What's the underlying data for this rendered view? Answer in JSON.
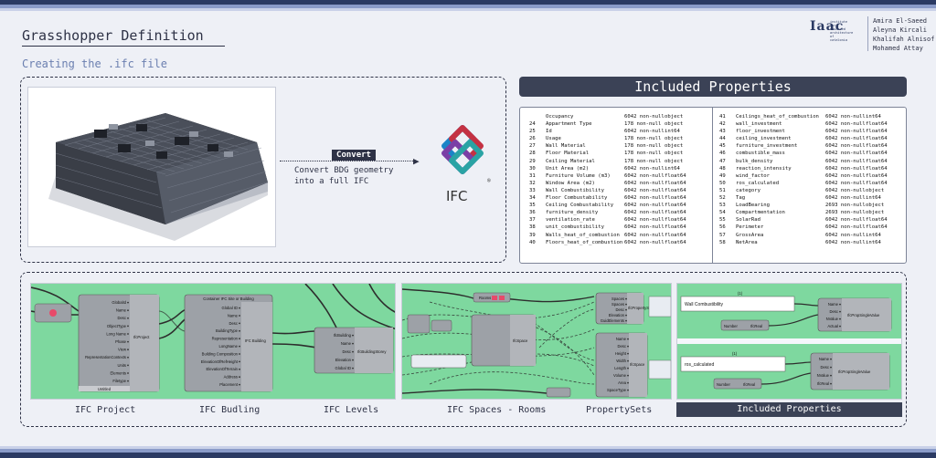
{
  "header": {
    "title": "Grasshopper Definition",
    "subtitle": "Creating the .ifc file",
    "logo_text": "Iaac",
    "logo_small": "institute for advanced architecture of catalonia",
    "authors": [
      "Amira El-Saeed",
      "Aleyna Kircali",
      "Khalifah Alnisof",
      "Mohamed Attay"
    ]
  },
  "conversion": {
    "badge": "Convert",
    "caption": "Convert BDG geometry into a full IFC",
    "ifc_text": "IFC",
    "ifc_reg": "®"
  },
  "properties": {
    "title": "Included Properties",
    "left": [
      {
        "num": "",
        "name": "Occupancy",
        "count": "6042 non-null",
        "dtype": "object"
      },
      {
        "num": "24",
        "name": "Appartment Type",
        "count": "178 non-null",
        "dtype": "object"
      },
      {
        "num": "25",
        "name": "Id",
        "count": "6042 non-null",
        "dtype": "int64"
      },
      {
        "num": "26",
        "name": "Usage",
        "count": "178 non-null",
        "dtype": "object"
      },
      {
        "num": "27",
        "name": "Wall Material",
        "count": "178 non-null",
        "dtype": "object"
      },
      {
        "num": "28",
        "name": "Floor Material",
        "count": "178 non-null",
        "dtype": "object"
      },
      {
        "num": "29",
        "name": "Ceiling Material",
        "count": "178 non-null",
        "dtype": "object"
      },
      {
        "num": "30",
        "name": "Unit Area (m2)",
        "count": "6042 non-null",
        "dtype": "int64"
      },
      {
        "num": "31",
        "name": "Furniture Volume (m3)",
        "count": "6042 non-null",
        "dtype": "float64"
      },
      {
        "num": "32",
        "name": "Window Area (m2)",
        "count": "6042 non-null",
        "dtype": "float64"
      },
      {
        "num": "33",
        "name": "Wall Combustibility",
        "count": "6042 non-null",
        "dtype": "float64"
      },
      {
        "num": "34",
        "name": "Floor Combustability",
        "count": "6042 non-null",
        "dtype": "float64"
      },
      {
        "num": "35",
        "name": "Ceiling Combustability",
        "count": "6042 non-null",
        "dtype": "float64"
      },
      {
        "num": "36",
        "name": "furniture_density",
        "count": "6042 non-null",
        "dtype": "float64"
      },
      {
        "num": "37",
        "name": "ventilation_rate",
        "count": "6042 non-null",
        "dtype": "float64"
      },
      {
        "num": "38",
        "name": "unit_combustibility",
        "count": "6042 non-null",
        "dtype": "float64"
      },
      {
        "num": "39",
        "name": "Walls_heat_of_combustion",
        "count": "6042 non-null",
        "dtype": "float64"
      },
      {
        "num": "40",
        "name": "Floors_heat_of_combustion",
        "count": "6042 non-null",
        "dtype": "float64"
      }
    ],
    "right": [
      {
        "num": "41",
        "name": "Ceilings_heat_of_combustion",
        "count": "6042 non-null",
        "dtype": "int64"
      },
      {
        "num": "42",
        "name": "wall_investment",
        "count": "6042 non-null",
        "dtype": "float64"
      },
      {
        "num": "43",
        "name": "floor_investment",
        "count": "6042 non-null",
        "dtype": "float64"
      },
      {
        "num": "44",
        "name": "ceiling_investment",
        "count": "6042 non-null",
        "dtype": "float64"
      },
      {
        "num": "45",
        "name": "furniture_investment",
        "count": "6042 non-null",
        "dtype": "float64"
      },
      {
        "num": "46",
        "name": "combustible_mass",
        "count": "6042 non-null",
        "dtype": "float64"
      },
      {
        "num": "47",
        "name": "bulk_density",
        "count": "6042 non-null",
        "dtype": "float64"
      },
      {
        "num": "48",
        "name": "reaction_intensity",
        "count": "6042 non-null",
        "dtype": "float64"
      },
      {
        "num": "49",
        "name": "wind_factor",
        "count": "6042 non-null",
        "dtype": "float64"
      },
      {
        "num": "50",
        "name": "ros_calculated",
        "count": "6042 non-null",
        "dtype": "float64"
      },
      {
        "num": "51",
        "name": "category",
        "count": "6042 non-null",
        "dtype": "object"
      },
      {
        "num": "52",
        "name": "Tag",
        "count": "6042 non-null",
        "dtype": "int64"
      },
      {
        "num": "53",
        "name": "LoadBearing",
        "count": "2693 non-null",
        "dtype": "object"
      },
      {
        "num": "54",
        "name": "Compartmentation",
        "count": "2693 non-null",
        "dtype": "object"
      },
      {
        "num": "55",
        "name": "SolarRad",
        "count": "6042 non-null",
        "dtype": "float64"
      },
      {
        "num": "56",
        "name": "Perimeter",
        "count": "6042 non-null",
        "dtype": "float64"
      },
      {
        "num": "57",
        "name": "GrossArea",
        "count": "6042 non-null",
        "dtype": "int64"
      },
      {
        "num": "58",
        "name": "NetArea",
        "count": "6042 non-null",
        "dtype": "int64"
      }
    ]
  },
  "gh": {
    "project": {
      "inputs": [
        "GlobalId",
        "Name",
        "Desc",
        "ObjectType",
        "Long Name",
        "Phase",
        "View",
        "RepresentationContexts",
        "Units",
        "Elements",
        "Filetype"
      ],
      "component": "IfcProject",
      "footer": "Untitled"
    },
    "building": {
      "header": "Container IFC Site or Building",
      "inputs": [
        "Global ID",
        "Name",
        "Desc",
        "BuildingType",
        "Representation",
        "LongName",
        "Building Composition",
        "ElevationOfRefHeight",
        "ElevationOfTerrain",
        "Address",
        "Placement"
      ],
      "component": "IFC Building",
      "storey_inputs": [
        "IfcBuilding",
        "Name",
        "Desc",
        "Elevation",
        "Global ID"
      ],
      "storey_component": "IfcBuildingStorey"
    },
    "spaces": {
      "group_label": "Rooms",
      "right_inputs_top": [
        "Spaces",
        "Spaces",
        "Desc",
        "Elevation",
        "GuidElements"
      ],
      "right_component_top": "IfcPropertySet",
      "right_inputs_bottom": [
        "Name",
        "Desc",
        "Height",
        "Width",
        "Length",
        "Volume",
        "Area",
        "SpaceType"
      ],
      "right_component_bottom": "IfcSpace",
      "middle_component": "IfcSpace"
    },
    "included": {
      "top_text": "Wall Combustibility",
      "top_counter": "(1)",
      "top_number_label": "Number",
      "top_real": "IfcReal",
      "top_inputs": [
        "Name",
        "Desc",
        "NValue",
        "Actual"
      ],
      "top_component": "IfcPropSingleValue",
      "bottom_text": "ros_calculated",
      "bottom_counter": "(1)",
      "bottom_number_label": "Number",
      "bottom_real": "IfcReal",
      "bottom_inputs": [
        "Name",
        "Desc",
        "NValue",
        "IfcReal"
      ],
      "bottom_component": "IfcPropSingleValue"
    }
  },
  "labels": {
    "project": "IFC Project",
    "budling": "IFC Budling",
    "levels": "IFC Levels",
    "spaces": "IFC Spaces - Rooms",
    "propsets": "PropertySets",
    "included": "Included Properties"
  },
  "colors": {
    "navy": "#2b3a63",
    "banner": "#3b4256",
    "gh_canvas": "#7ed89f",
    "gh_component": "#9da1a7",
    "ifc_blue": "#1a84c7",
    "ifc_red": "#c43142",
    "ifc_purple": "#7b3fa6",
    "ifc_teal": "#2aa3a4"
  }
}
